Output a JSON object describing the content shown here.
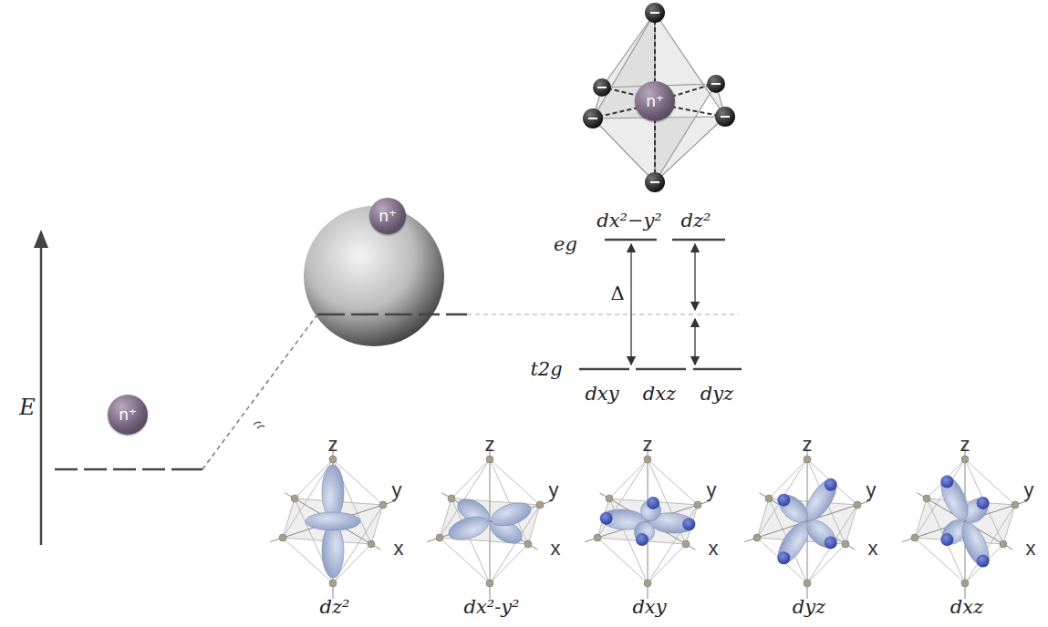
{
  "diagram": {
    "nodes": [
      {
        "text": [
          "n⁺"
        ]
      },
      {
        "text": [
          "n⁺"
        ]
      },
      {
        "text": [
          "n⁺"
        ]
      }
    ],
    "labels": [
      "E",
      "eg",
      "dx²−y²",
      "dz²",
      "Δ",
      "t2g",
      "dxy",
      "dxz",
      "dyz",
      "z",
      "y",
      "x",
      "z",
      "y",
      "x",
      "z",
      "y",
      "x",
      "z",
      "y",
      "x",
      "z",
      "y",
      "x",
      "dz²",
      "dx²-y²",
      "dxy",
      "dyz",
      "dxz"
    ]
  }
}
